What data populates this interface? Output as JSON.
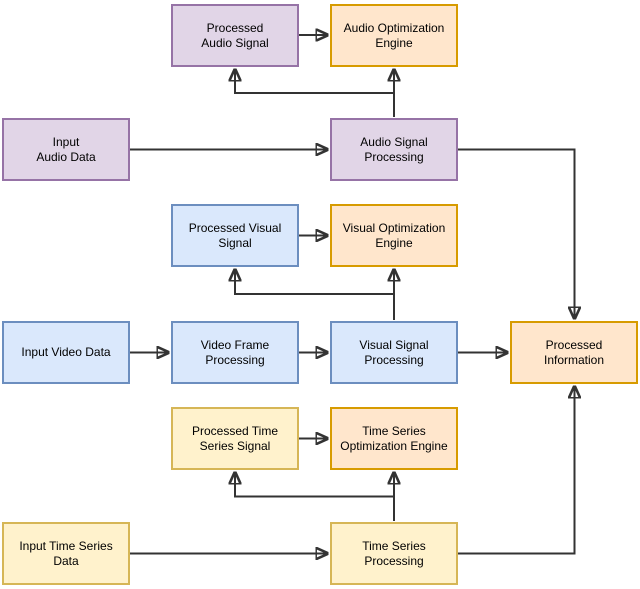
{
  "nodes": {
    "processed_audio_signal": {
      "line1": "Processed",
      "line2": "Audio Signal",
      "color": "#E1D5E7",
      "border": "#9673A6"
    },
    "audio_optimization_engine": {
      "line1": "Audio Optimization",
      "line2": "Engine",
      "color": "#FFE6CC",
      "border": "#D79B00"
    },
    "input_audio_data": {
      "line1": "Input",
      "line2": "Audio Data",
      "color": "#E1D5E7",
      "border": "#9673A6"
    },
    "audio_signal_processing": {
      "line1": "Audio Signal",
      "line2": "Processing",
      "color": "#E1D5E7",
      "border": "#9673A6"
    },
    "processed_visual_signal": {
      "line1": "Processed Visual",
      "line2": "Signal",
      "color": "#DAE8FC",
      "border": "#6C8EBF"
    },
    "visual_optimization_engine": {
      "line1": "Visual Optimization",
      "line2": "Engine",
      "color": "#FFE6CC",
      "border": "#D79B00"
    },
    "input_video_data": {
      "line1": "Input Video Data",
      "line2": "",
      "color": "#DAE8FC",
      "border": "#6C8EBF"
    },
    "video_frame_processing": {
      "line1": "Video Frame",
      "line2": "Processing",
      "color": "#DAE8FC",
      "border": "#6C8EBF"
    },
    "visual_signal_processing": {
      "line1": "Visual Signal",
      "line2": "Processing",
      "color": "#DAE8FC",
      "border": "#6C8EBF"
    },
    "processed_time_series_signal": {
      "line1": "Processed Time",
      "line2": "Series Signal",
      "color": "#FFF2CC",
      "border": "#D6B656"
    },
    "time_series_optimization_engine": {
      "line1": "Time Series",
      "line2": "Optimization Engine",
      "color": "#FFE6CC",
      "border": "#D79B00"
    },
    "input_time_series_data": {
      "line1": "Input Time Series",
      "line2": "Data",
      "color": "#FFF2CC",
      "border": "#D6B656"
    },
    "time_series_processing": {
      "line1": "Time Series",
      "line2": "Processing",
      "color": "#FFF2CC",
      "border": "#D6B656"
    },
    "processed_information": {
      "line1": "Processed",
      "line2": "Information",
      "color": "#FFE6CC",
      "border": "#D79B00"
    }
  },
  "edges": [
    {
      "from": "processed_audio_signal",
      "to": "audio_optimization_engine"
    },
    {
      "from": "audio_signal_processing",
      "to": "audio_optimization_engine"
    },
    {
      "from": "audio_signal_processing",
      "to": "processed_audio_signal"
    },
    {
      "from": "input_audio_data",
      "to": "audio_signal_processing"
    },
    {
      "from": "audio_signal_processing",
      "to": "processed_information"
    },
    {
      "from": "processed_visual_signal",
      "to": "visual_optimization_engine"
    },
    {
      "from": "visual_signal_processing",
      "to": "visual_optimization_engine"
    },
    {
      "from": "visual_signal_processing",
      "to": "processed_visual_signal"
    },
    {
      "from": "input_video_data",
      "to": "video_frame_processing"
    },
    {
      "from": "video_frame_processing",
      "to": "visual_signal_processing"
    },
    {
      "from": "visual_signal_processing",
      "to": "processed_information"
    },
    {
      "from": "processed_time_series_signal",
      "to": "time_series_optimization_engine"
    },
    {
      "from": "time_series_processing",
      "to": "time_series_optimization_engine"
    },
    {
      "from": "time_series_processing",
      "to": "processed_time_series_signal"
    },
    {
      "from": "input_time_series_data",
      "to": "time_series_processing"
    },
    {
      "from": "time_series_processing",
      "to": "processed_information"
    }
  ],
  "palette": {
    "purple_fill": "#E1D5E7",
    "purple_border": "#9673A6",
    "blue_fill": "#DAE8FC",
    "blue_border": "#6C8EBF",
    "yellow_fill": "#FFF2CC",
    "yellow_border": "#D6B656",
    "orange_fill": "#FFE6CC",
    "orange_border": "#D79B00",
    "edge_color": "#333333",
    "text_color": "#000000",
    "background": "#FFFFFF"
  }
}
